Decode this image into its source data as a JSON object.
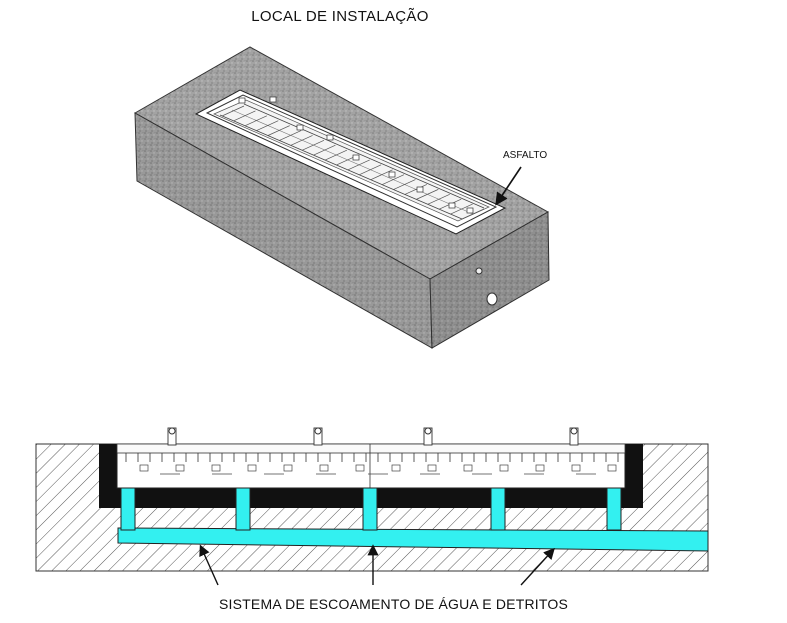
{
  "top_view": {
    "title": "LOCAL DE INSTALAÇÃO",
    "asphalt_label": "ASFALTO"
  },
  "section_view": {
    "caption": "SISTEMA DE ESCOAMENTO DE ÁGUA E DETRITOS"
  },
  "colors": {
    "water": "#33f0f0",
    "asphalt": "#9a9a9a",
    "fill_black": "#111111",
    "outline": "#222222"
  },
  "icons": [
    "arrow-icon"
  ]
}
